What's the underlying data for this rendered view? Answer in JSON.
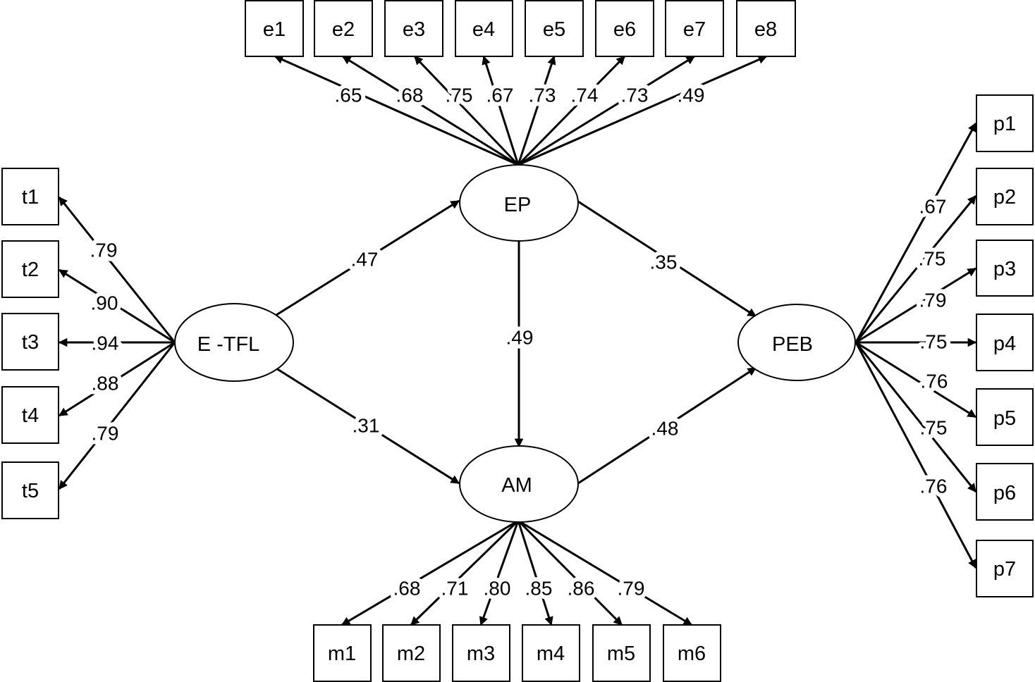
{
  "latent": {
    "etfl": {
      "label": "E -TFL"
    },
    "ep": {
      "label": "EP"
    },
    "am": {
      "label": "AM"
    },
    "peb": {
      "label": "PEB"
    }
  },
  "structural_paths": [
    {
      "from": "E -TFL",
      "to": "EP",
      "label": ".47"
    },
    {
      "from": "E -TFL",
      "to": "AM",
      "label": ".31"
    },
    {
      "from": "EP",
      "to": "AM",
      "label": ".49"
    },
    {
      "from": "EP",
      "to": "PEB",
      "label": ".35"
    },
    {
      "from": "AM",
      "to": "PEB",
      "label": ".48"
    }
  ],
  "indicators": {
    "t": {
      "latent": "E -TFL",
      "items": [
        {
          "label": "t1",
          "loading": ".79"
        },
        {
          "label": "t2",
          "loading": ".90"
        },
        {
          "label": "t3",
          "loading": ".94"
        },
        {
          "label": "t4",
          "loading": ".88"
        },
        {
          "label": "t5",
          "loading": ".79"
        }
      ]
    },
    "e": {
      "latent": "EP",
      "items": [
        {
          "label": "e1",
          "loading": ".65"
        },
        {
          "label": "e2",
          "loading": ".68"
        },
        {
          "label": "e3",
          "loading": ".75"
        },
        {
          "label": "e4",
          "loading": ".67"
        },
        {
          "label": "e5",
          "loading": ".73"
        },
        {
          "label": "e6",
          "loading": ".74"
        },
        {
          "label": "e7",
          "loading": ".73"
        },
        {
          "label": "e8",
          "loading": ".49"
        }
      ]
    },
    "m": {
      "latent": "AM",
      "items": [
        {
          "label": "m1",
          "loading": ".68"
        },
        {
          "label": "m2",
          "loading": ".71"
        },
        {
          "label": "m3",
          "loading": ".80"
        },
        {
          "label": "m4",
          "loading": ".85"
        },
        {
          "label": "m5",
          "loading": ".86"
        },
        {
          "label": "m6",
          "loading": ".79"
        }
      ]
    },
    "p": {
      "latent": "PEB",
      "items": [
        {
          "label": "p1",
          "loading": ".67"
        },
        {
          "label": "p2",
          "loading": ".75"
        },
        {
          "label": "p3",
          "loading": ".79"
        },
        {
          "label": "p4",
          "loading": ".75"
        },
        {
          "label": "p5",
          "loading": ".76"
        },
        {
          "label": "p6",
          "loading": ".75"
        },
        {
          "label": "p7",
          "loading": ".76"
        }
      ]
    }
  }
}
